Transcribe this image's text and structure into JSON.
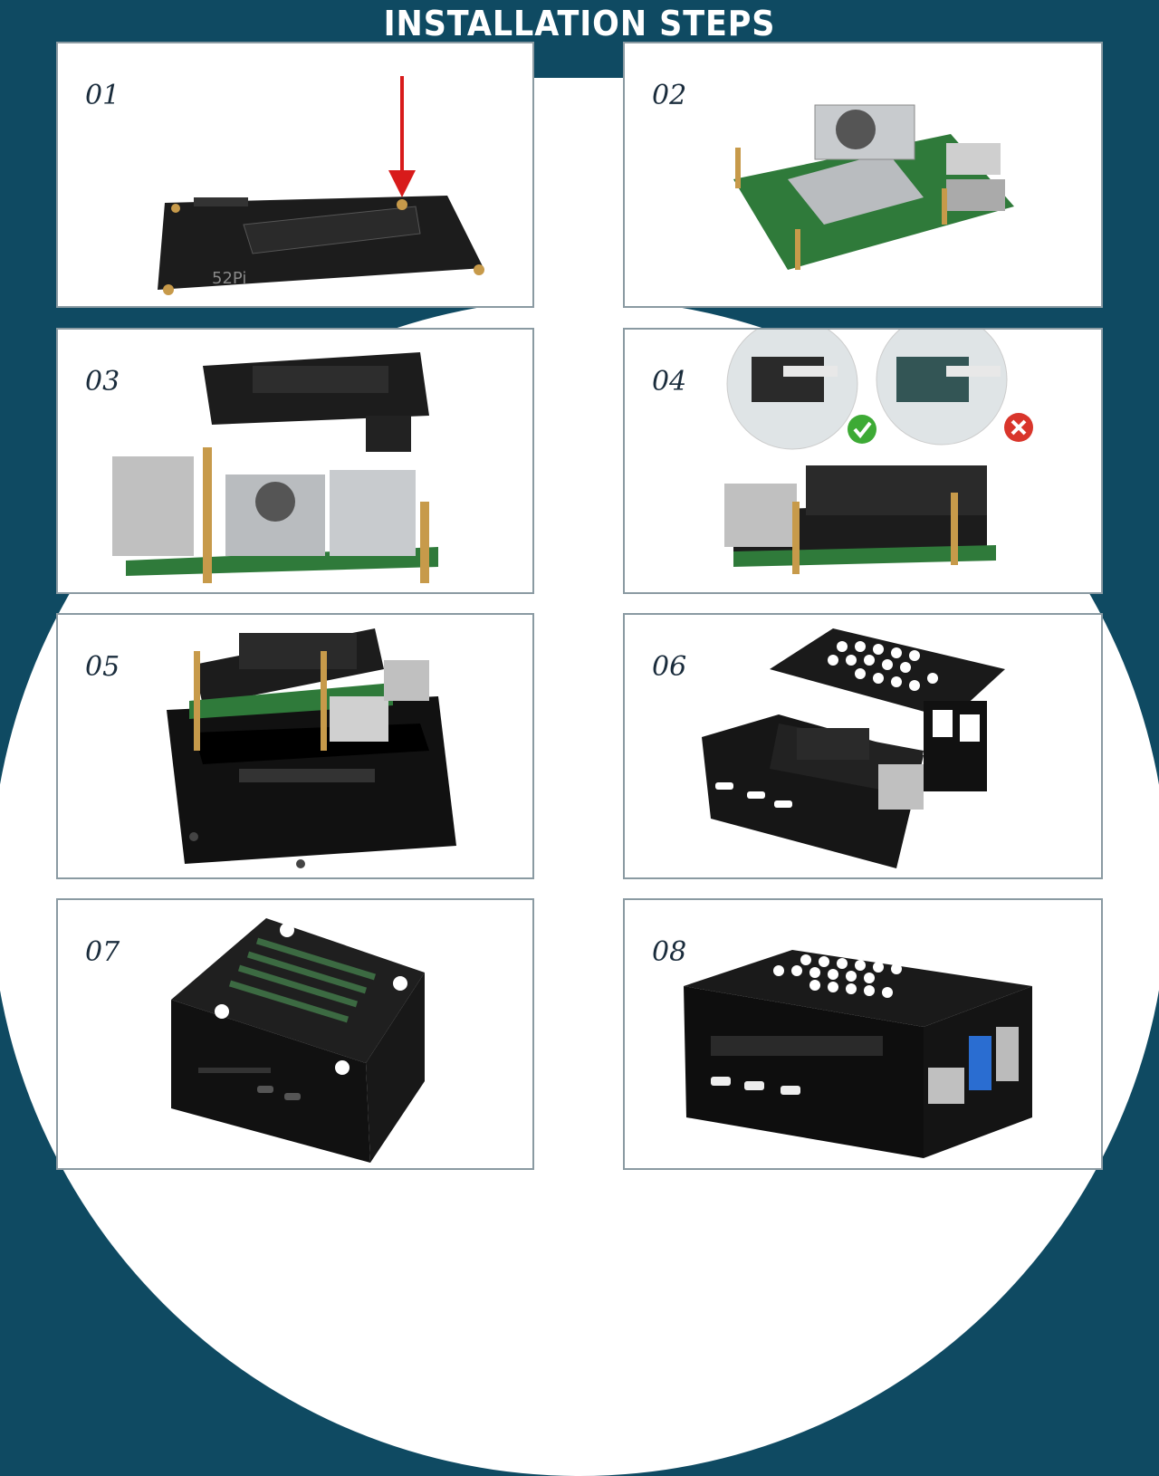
{
  "title": "INSTALLATION STEPS",
  "steps": [
    {
      "number": "01",
      "image": "m2-hat-board-with-ssd"
    },
    {
      "number": "02",
      "image": "raspberry-pi-with-cooler-and-standoffs"
    },
    {
      "number": "03",
      "image": "hat-stacked-onto-raspberry-pi"
    },
    {
      "number": "04",
      "image": "pcie-ribbon-cable-connection"
    },
    {
      "number": "05",
      "image": "assembly-into-case-bottom"
    },
    {
      "number": "06",
      "image": "case-top-cover-mounting"
    },
    {
      "number": "07",
      "image": "closed-case-top-view"
    },
    {
      "number": "08",
      "image": "finished-case-ports-view"
    }
  ],
  "colors": {
    "background": "#0f4a62",
    "panel": "#ffffff",
    "accent_arrow": "#d81b1b",
    "check": "#3daa35",
    "cross": "#d9352b"
  }
}
